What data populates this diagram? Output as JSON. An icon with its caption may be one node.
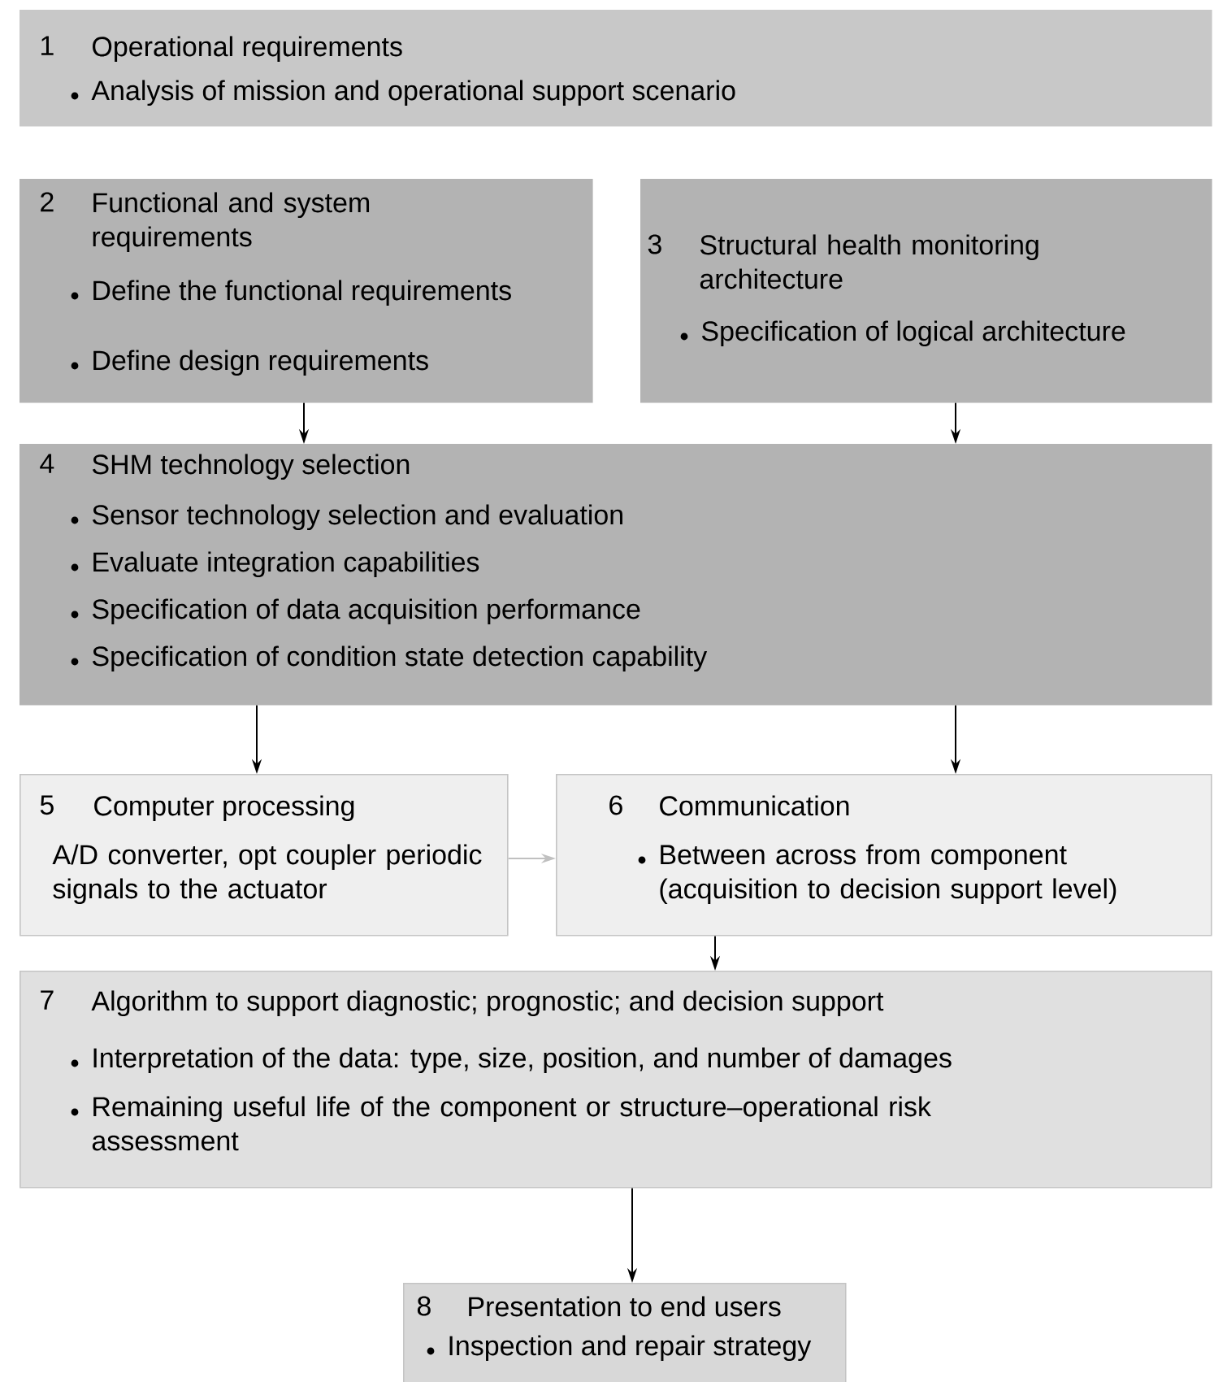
{
  "diagram": {
    "nodes": [
      {
        "text": [
          "1",
          "Operational requirements",
          "Analysis of mission and operational support scenario"
        ]
      },
      {
        "text": [
          "2",
          "Functional and system requirements",
          "Define the functional requirements",
          "Define design requirements"
        ]
      },
      {
        "text": [
          "3",
          "Structural health monitoring architecture",
          "Specification of logical architecture"
        ]
      },
      {
        "text": [
          "4",
          "SHM technology selection",
          "Sensor technology selection and evaluation",
          "Evaluate integration capabilities",
          "Specification of data acquisition performance",
          "Specification of condition state detection capability"
        ]
      },
      {
        "text": [
          "5",
          "Computer processing",
          "A/D converter, opt coupler periodic signals to the actuator"
        ]
      },
      {
        "text": [
          "6",
          "Communication",
          "Between across from component (acquisition to decision support level)"
        ]
      },
      {
        "text": [
          "7",
          "Algorithm to support diagnostic; prognostic; and decision support",
          "Interpretation of the data: type, size, position, and number of damages",
          "Remaining useful life of the component or structure–operational risk assessment"
        ]
      },
      {
        "text": [
          "8",
          "Presentation to end users",
          "Inspection and repair strategy"
        ]
      }
    ],
    "edges": [
      {
        "from": 1,
        "to": 3,
        "arrow": "to"
      },
      {
        "from": 2,
        "to": 3,
        "arrow": "to"
      },
      {
        "from": 3,
        "to": 4,
        "arrow": "to"
      },
      {
        "from": 3,
        "to": 5,
        "arrow": "to"
      },
      {
        "from": 4,
        "to": 5,
        "arrow": "to",
        "color": "#c0c0c0"
      },
      {
        "from": 5,
        "to": 6,
        "arrow": "to"
      },
      {
        "from": 6,
        "to": 7,
        "arrow": "to"
      }
    ]
  }
}
